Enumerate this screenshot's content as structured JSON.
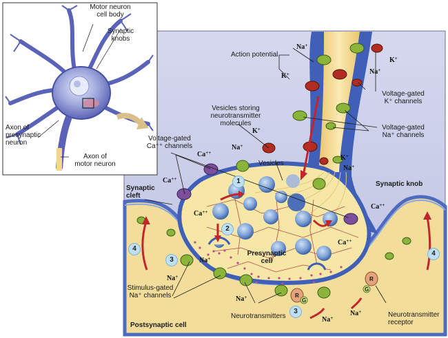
{
  "inset": {
    "cell_body": [
      "Motor neuron",
      "cell body"
    ],
    "synaptic_knobs": [
      "Synaptic",
      "knobs"
    ],
    "axon_presynaptic": [
      "Axon of",
      "presynaptic",
      "neuron"
    ],
    "axon_motor": [
      "Axon of",
      "motor neuron"
    ]
  },
  "labels": {
    "action_potential": "Action potential",
    "vg_k": [
      "Voltage-gated",
      "K⁺ channels"
    ],
    "vg_na": [
      "Voltage-gated",
      "Na⁺ channels"
    ],
    "vesicles_storing": [
      "Vesicles storing",
      "neurotransmitter",
      "molecules"
    ],
    "vg_ca": [
      "Voltage-gated",
      "Ca⁺⁺ channels"
    ],
    "vesicles": "Vesicles",
    "synaptic_knob": "Synaptic knob",
    "synaptic_cleft": [
      "Synaptic",
      "cleft"
    ],
    "presynaptic_cell": [
      "Presynaptic",
      "cell"
    ],
    "stimulus_gated": [
      "Stimulus-gated",
      "Na⁺ channels"
    ],
    "neurotransmitters": "Neurotransmitters",
    "nt_receptor": [
      "Neurotransmitter",
      "receptor"
    ],
    "postsynaptic_cell": "Postsynaptic cell"
  },
  "ions": {
    "na": "Na",
    "na_sup": "+",
    "k": "K",
    "k_sup": "+",
    "ca": "Ca",
    "ca_sup": "++"
  },
  "receptor_letters": {
    "r": "R",
    "g": "G"
  },
  "steps": [
    "1",
    "2",
    "3",
    "4"
  ],
  "colors": {
    "axon_blue": "#3f5fb8",
    "axon_yellow": "#f2d98a",
    "cytoplasm": "#f6e7a6",
    "postsynaptic": "#f3dd9a",
    "background_blue": "#c9cde8",
    "channel_green": "#8bb53a",
    "channel_red": "#b02d1f",
    "channel_purple": "#7b4f9c",
    "vesicle_blue": "#5c86c9",
    "arrow_red": "#c2262c"
  }
}
